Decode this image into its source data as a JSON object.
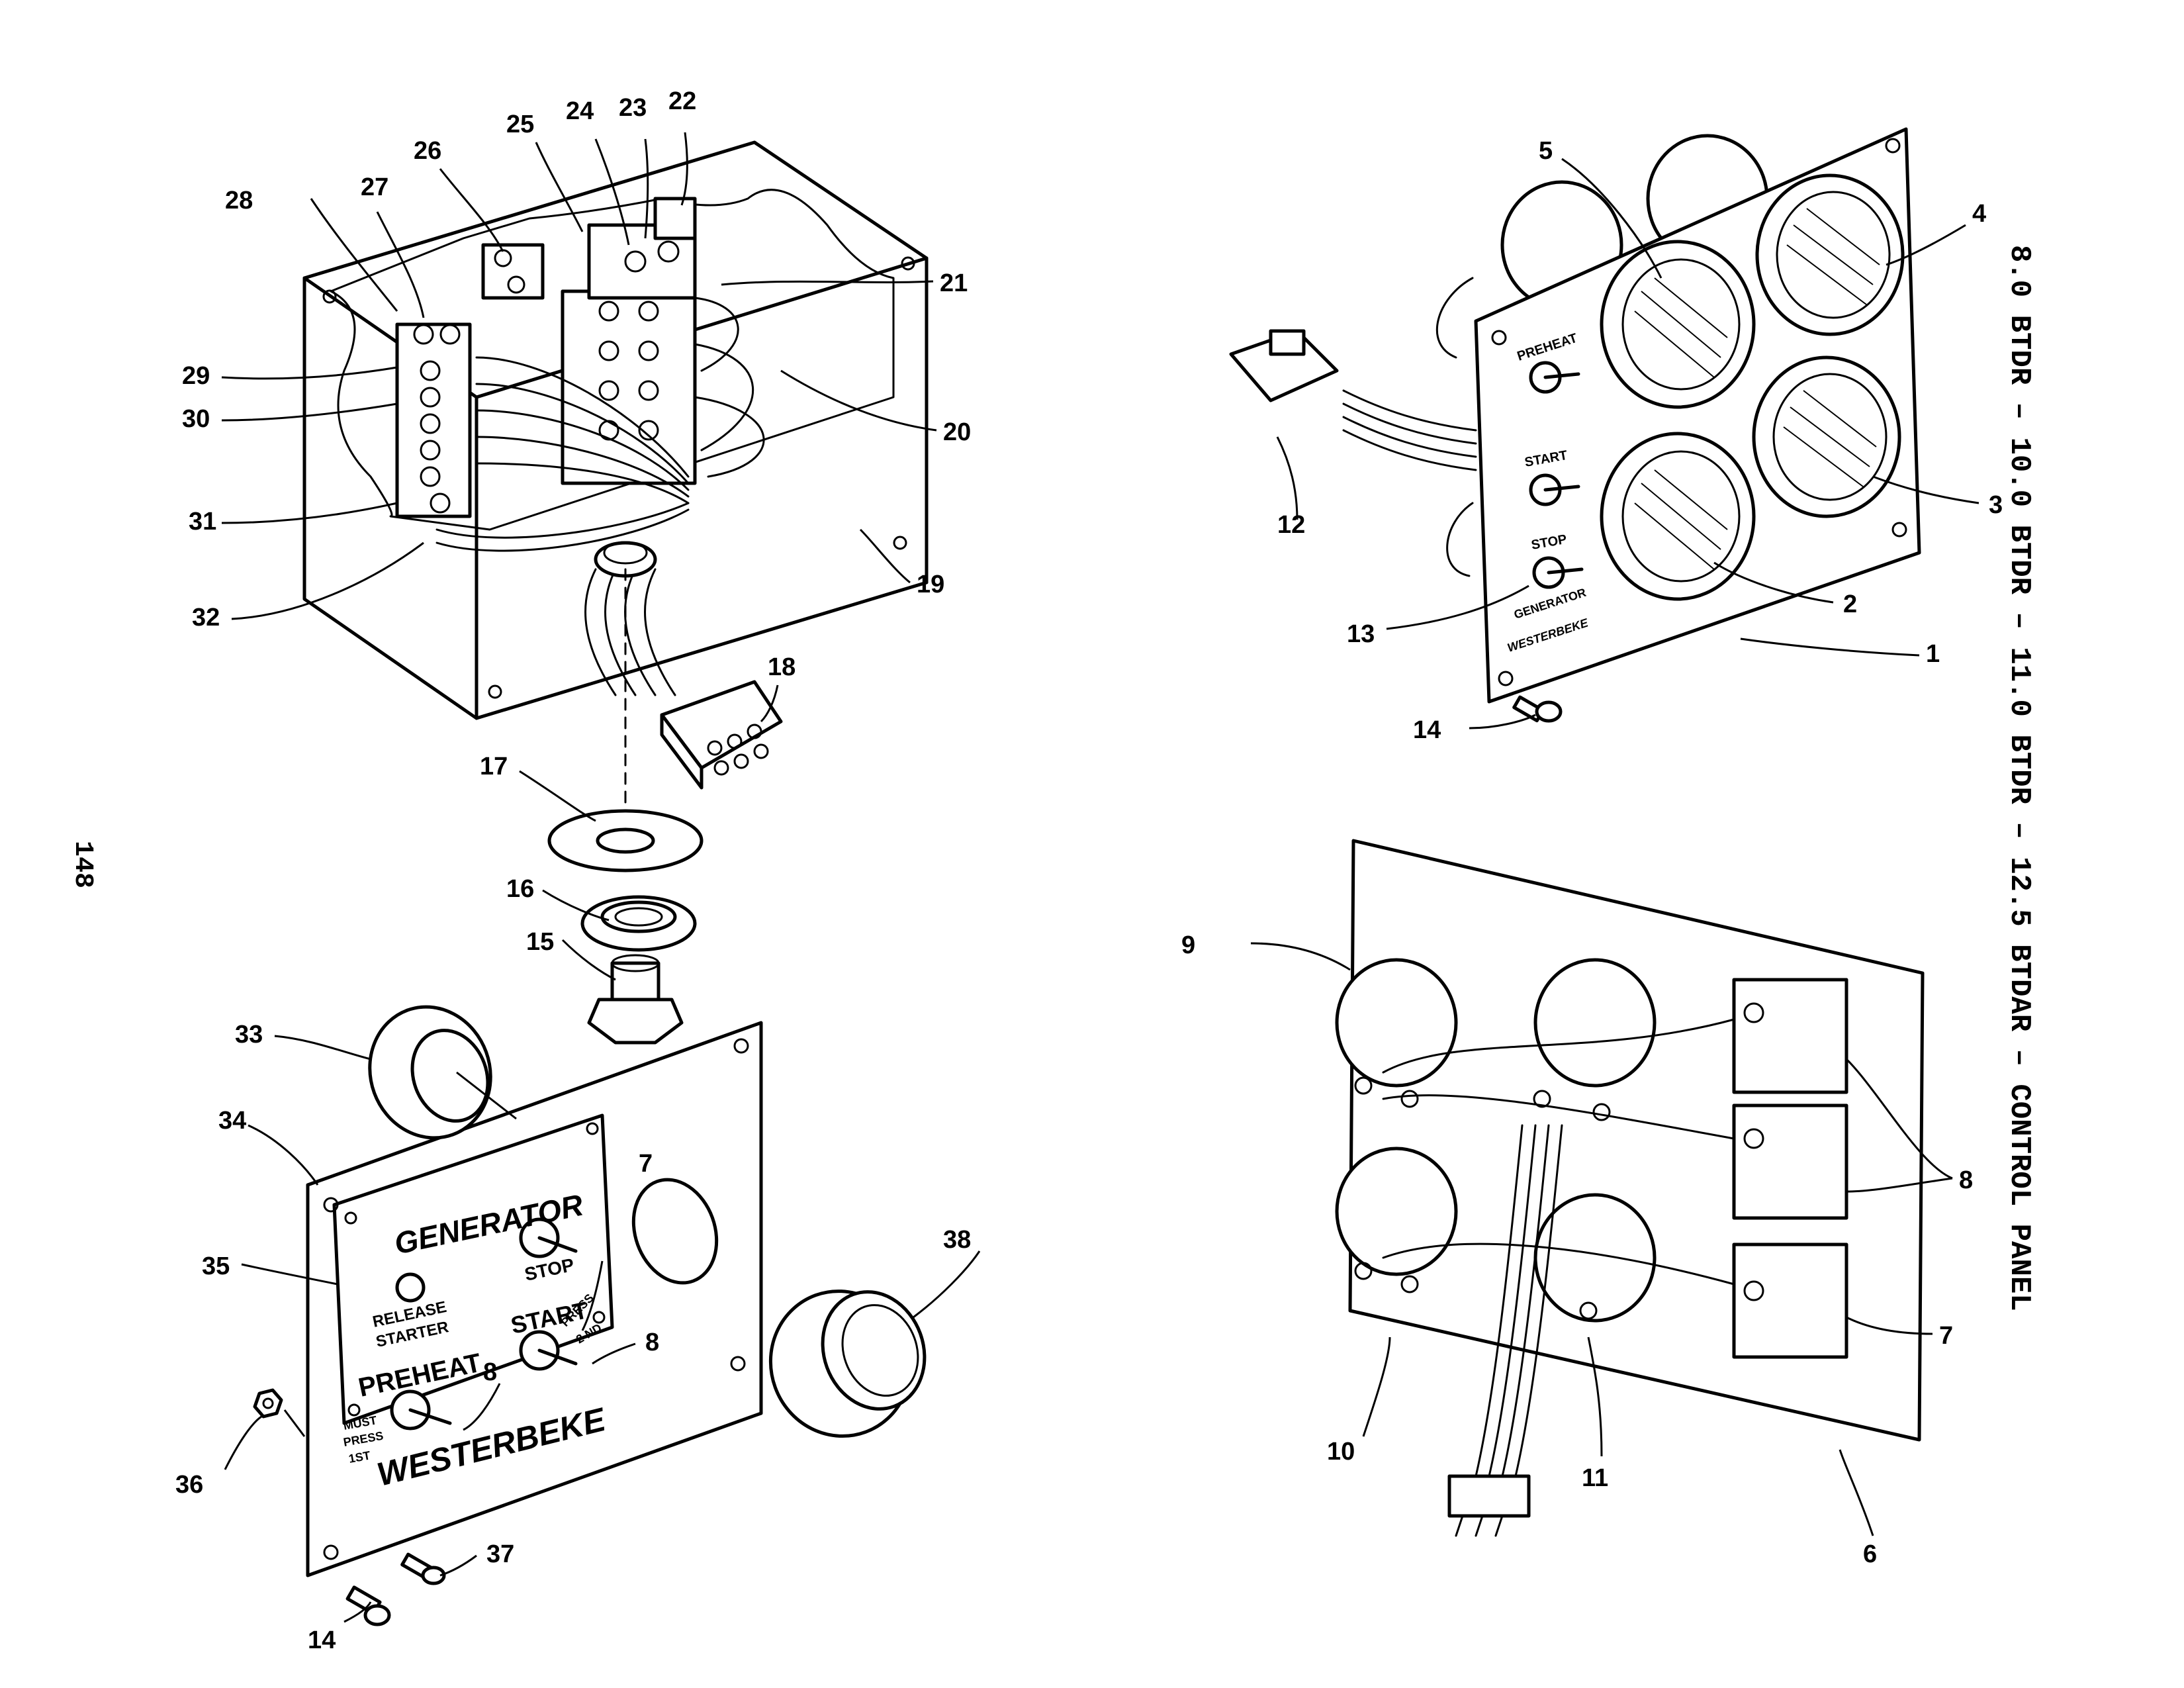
{
  "page_number": "148",
  "side_title": "8.0 BTDR – 10.0 BTDR – 11.0 BTDR – 12.5 BTDAR – CONTROL PANEL",
  "front_plate": {
    "title": "GENERATOR",
    "stop": "STOP",
    "release": "RELEASE",
    "starter": "STARTER",
    "start": "START",
    "press_2nd_a": "PRESS",
    "press_2nd_b": "2 ND",
    "preheat": "PREHEAT",
    "must": "MUST",
    "press": "PRESS",
    "first": "1ST",
    "brand": "WESTERBEKE"
  },
  "rear_plate": {
    "preheat": "PREHEAT",
    "start": "START",
    "stop": "STOP",
    "generator": "GENERATOR",
    "brand": "WESTERBEKE"
  },
  "callouts": {
    "c1": "1",
    "c2": "2",
    "c3": "3",
    "c4": "4",
    "c5": "5",
    "c6": "6",
    "c7a": "7",
    "c7b": "7",
    "c8a": "8",
    "c8b": "8",
    "c8c": "8",
    "c9": "9",
    "c10": "10",
    "c11": "11",
    "c12": "12",
    "c13": "13",
    "c14a": "14",
    "c14b": "14",
    "c15": "15",
    "c16": "16",
    "c17": "17",
    "c18": "18",
    "c19": "19",
    "c20": "20",
    "c21": "21",
    "c22": "22",
    "c23": "23",
    "c24": "24",
    "c25": "25",
    "c26": "26",
    "c27": "27",
    "c28": "28",
    "c29": "29",
    "c30": "30",
    "c31": "31",
    "c32": "32",
    "c33": "33",
    "c34": "34",
    "c35": "35",
    "c36": "36",
    "c37": "37",
    "c38": "38"
  }
}
